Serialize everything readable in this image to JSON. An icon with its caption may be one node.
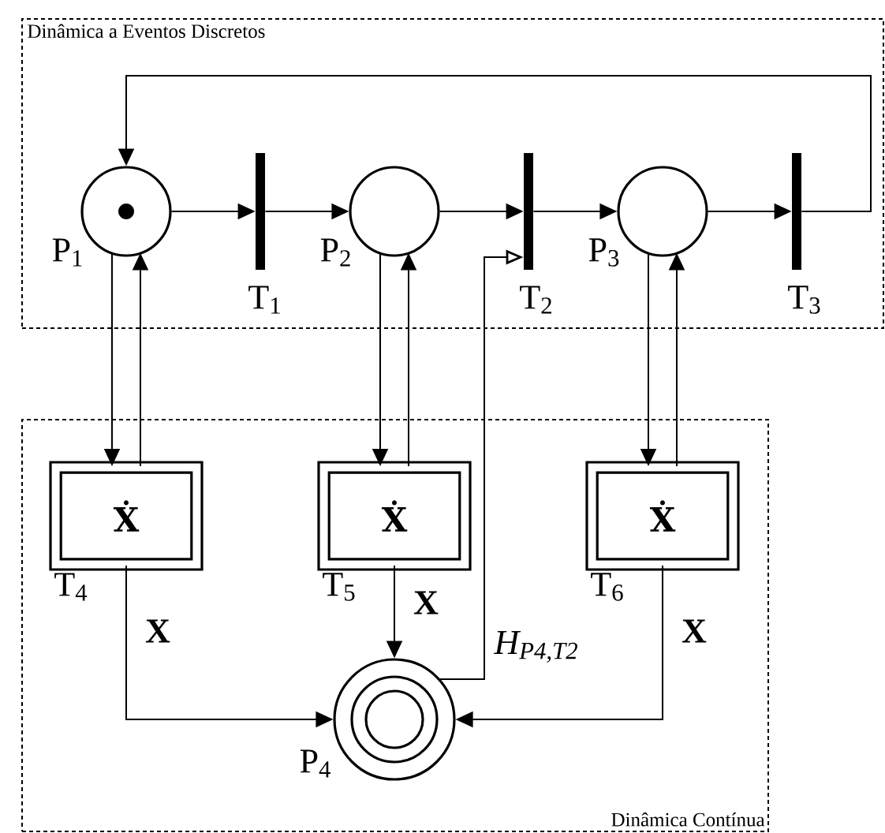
{
  "diagram": {
    "nodes": [
      {
        "text": [
          "Dinâmica a Eventos Discretos"
        ]
      },
      {
        "text": [],
        "shape": "circle",
        "in": 0,
        "beside": [
          "P$_{1}$"
        ]
      },
      {
        "text": [],
        "shape": "bar",
        "in": 0,
        "beside": [
          "T$_{1}$"
        ]
      },
      {
        "text": [],
        "shape": "circle",
        "in": 0,
        "beside": [
          "P$_{2}$"
        ]
      },
      {
        "text": [],
        "shape": "bar",
        "in": 0,
        "beside": [
          "T$_{2}$"
        ]
      },
      {
        "text": [],
        "shape": "circle",
        "in": 0,
        "beside": [
          "P$_{3}$"
        ]
      },
      {
        "text": [],
        "shape": "bar",
        "in": 0,
        "beside": [
          "T$_{3}$"
        ]
      },
      {
        "text": [
          "Dinâmica Contínua"
        ]
      },
      {
        "text": [
          "Ẋ"
        ],
        "in": 7,
        "beside": [
          "T$_{4}$"
        ]
      },
      {
        "text": [
          "Ẋ"
        ],
        "in": 7,
        "beside": [
          "T$_{5}$"
        ]
      },
      {
        "text": [
          "Ẋ"
        ],
        "in": 7,
        "beside": [
          "T$_{6}$"
        ]
      },
      {
        "text": [],
        "shape": "circle",
        "in": 7,
        "beside": [
          "P$_{4}$"
        ]
      }
    ],
    "edges": [
      {
        "from": 1,
        "to": 2,
        "arrow": "to"
      },
      {
        "from": 2,
        "to": 3,
        "arrow": "to"
      },
      {
        "from": 3,
        "to": 4,
        "arrow": "to"
      },
      {
        "from": 4,
        "to": 5,
        "arrow": "to"
      },
      {
        "from": 5,
        "to": 6,
        "arrow": "to"
      },
      {
        "from": 6,
        "to": 1,
        "arrow": "to"
      },
      {
        "from": 1,
        "to": 8,
        "arrow": "to"
      },
      {
        "from": 8,
        "to": 1,
        "arrow": "to"
      },
      {
        "from": 3,
        "to": 9,
        "arrow": "to"
      },
      {
        "from": 9,
        "to": 3,
        "arrow": "to"
      },
      {
        "from": 5,
        "to": 10,
        "arrow": "to"
      },
      {
        "from": 10,
        "to": 5,
        "arrow": "to"
      },
      {
        "from": 8,
        "to": 11,
        "arrow": "to",
        "label": "X"
      },
      {
        "from": 9,
        "to": 11,
        "arrow": "to",
        "label": "X"
      },
      {
        "from": 10,
        "to": 11,
        "arrow": "to",
        "label": "X"
      },
      {
        "from": 11,
        "to": 4,
        "arrow": "to",
        "label": "H$_{P4,T2}$"
      }
    ]
  }
}
